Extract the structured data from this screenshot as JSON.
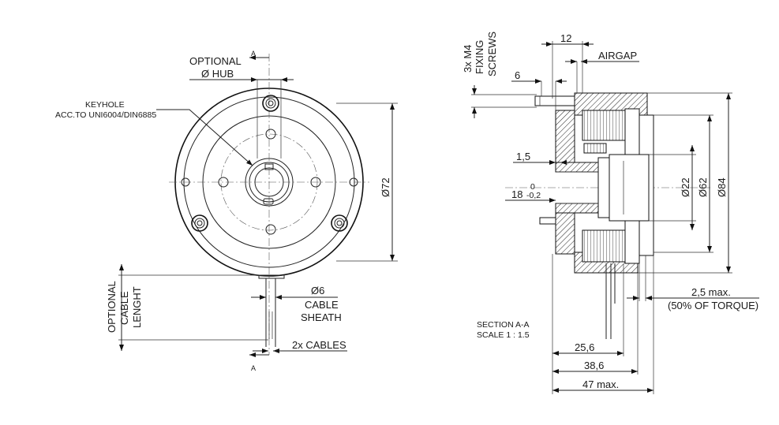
{
  "front_view": {
    "optional_hub_line1": "OPTIONAL",
    "optional_hub_line2": "Ø HUB",
    "section_marker_top": "A",
    "section_marker_bottom": "A",
    "keyhole_line1": "KEYHOLE",
    "keyhole_line2": "ACC.TO UNI6004/DIN6885",
    "dia_72": "Ø72",
    "cable_dia": "Ø6",
    "cable_sheath_line1": "CABLE",
    "cable_sheath_line2": "SHEATH",
    "cable_length_line1": "OPTIONAL",
    "cable_length_line2": "CABLE",
    "cable_length_line3": "LENGHT",
    "cables": "2x CABLES"
  },
  "section_view": {
    "fixing_line1": "3x M4",
    "fixing_line2": "FIXING",
    "fixing_line3": "SCREWS",
    "dim_12": "12",
    "airgap": "AIRGAP",
    "dim_6": "6",
    "dim_1_5": "1,5",
    "tol_upper": "0",
    "dim_18": "18",
    "tol_lower": "-0,2",
    "dia_22": "Ø22",
    "dia_62": "Ø62",
    "dia_84": "Ø84",
    "dim_2_5": "2,5 max.",
    "torque_note": "(50% OF TORQUE)",
    "section_title": "SECTION A-A",
    "section_scale": "SCALE 1 : 1.5",
    "dim_25_6": "25,6",
    "dim_38_6": "38,6",
    "dim_47": "47 max."
  }
}
